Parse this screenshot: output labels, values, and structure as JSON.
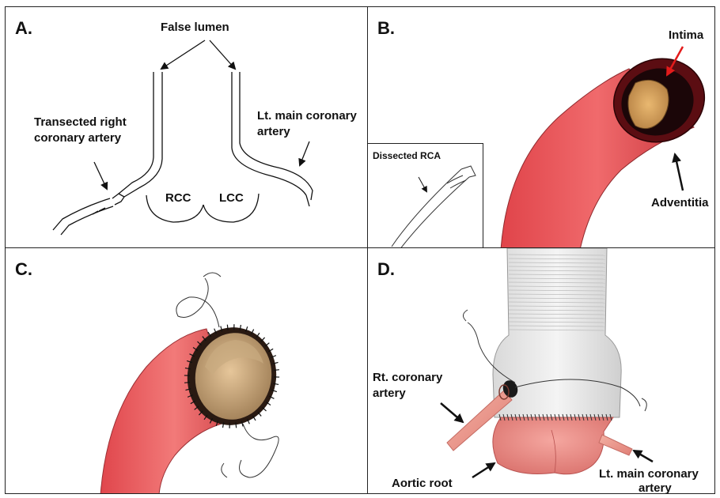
{
  "panels": {
    "a": {
      "letter": "A.",
      "false_lumen": "False lumen",
      "transected_rca": [
        "Transected right",
        "coronary artery"
      ],
      "lt_main": [
        "Lt. main coronary",
        "artery"
      ],
      "rcc": "RCC",
      "lcc": "LCC"
    },
    "b": {
      "letter": "B.",
      "intima": "Intima",
      "adventitia": "Adventitia",
      "inset_label": "Dissected RCA"
    },
    "c": {
      "letter": "C."
    },
    "d": {
      "letter": "D.",
      "rt_coronary": [
        "Rt. coronary",
        "artery"
      ],
      "aortic_root": "Aortic root",
      "lt_main": [
        "Lt. main coronary",
        "artery"
      ]
    }
  }
}
